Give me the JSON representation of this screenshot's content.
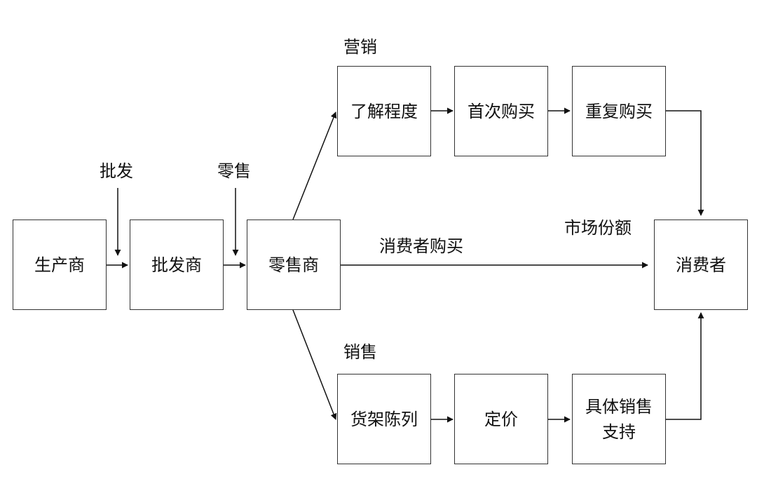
{
  "nodes": {
    "producer": "生产商",
    "wholesaler": "批发商",
    "retailer": "零售商",
    "consumer": "消费者",
    "awareness": "了解程度",
    "first_purchase": "首次购买",
    "repeat_purchase": "重复购买",
    "shelf_display": "货架陈列",
    "pricing": "定价",
    "sales_support": "具体销售\n支持"
  },
  "labels": {
    "wholesale": "批发",
    "retail": "零售",
    "marketing": "营销",
    "sales": "销售",
    "consumer_purchase": "消费者购买",
    "market_share": "市场份额"
  }
}
